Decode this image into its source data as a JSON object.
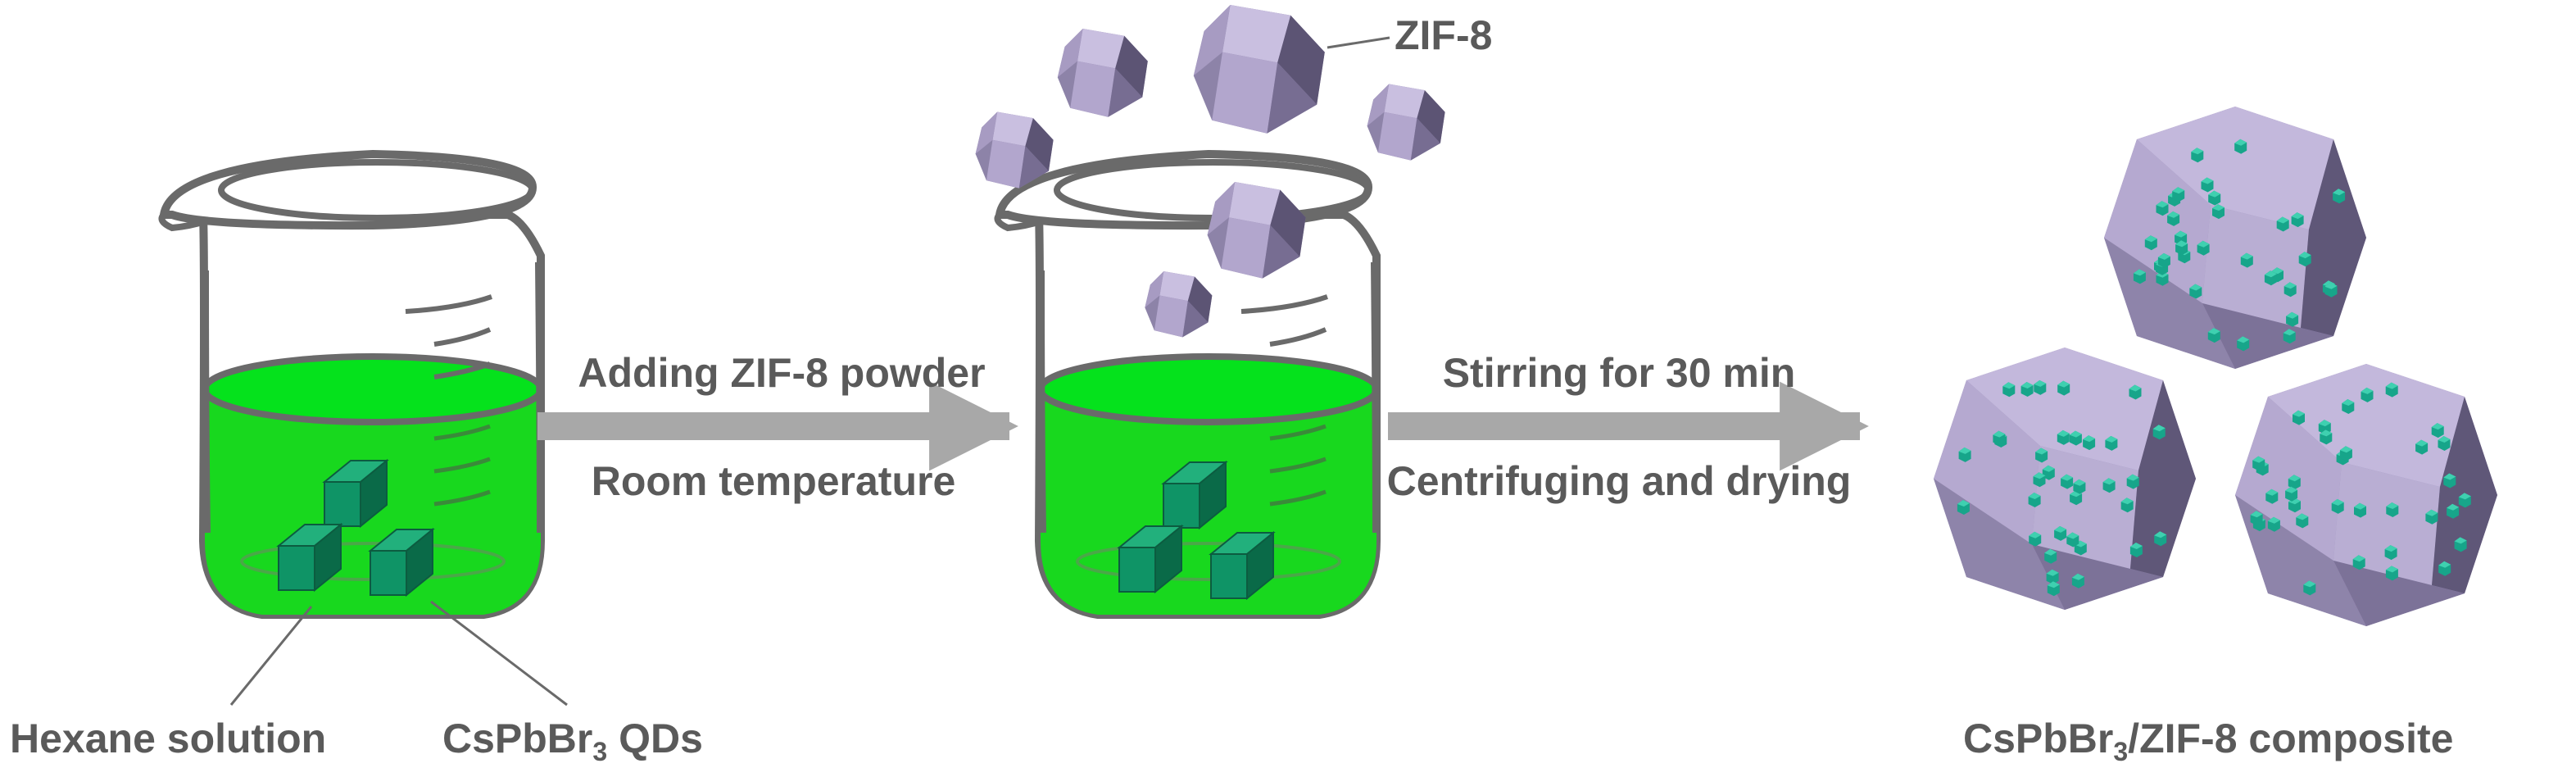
{
  "labels": {
    "zif8": "ZIF-8",
    "hexane_solution": "Hexane solution",
    "qds_main": "CsPbBr",
    "qds_sub": "3",
    "qds_tail": " QDs",
    "composite_main": "CsPbBr",
    "composite_sub": "3",
    "composite_tail": "/ZIF-8 composite"
  },
  "arrows": [
    {
      "top": "Adding ZIF-8 powder",
      "bottom": "Room temperature"
    },
    {
      "top": "Stirring for 30 min",
      "bottom": "Centrifuging and drying"
    }
  ],
  "colors": {
    "solution": "#18d81e",
    "solution_surface": "#05e21c",
    "qd_cube": "#0f9466",
    "zif_light": "#b6a8cf",
    "zif_dark": "#5a5270",
    "arrow": "#a8a8a8",
    "outline": "#6a6a6a"
  }
}
